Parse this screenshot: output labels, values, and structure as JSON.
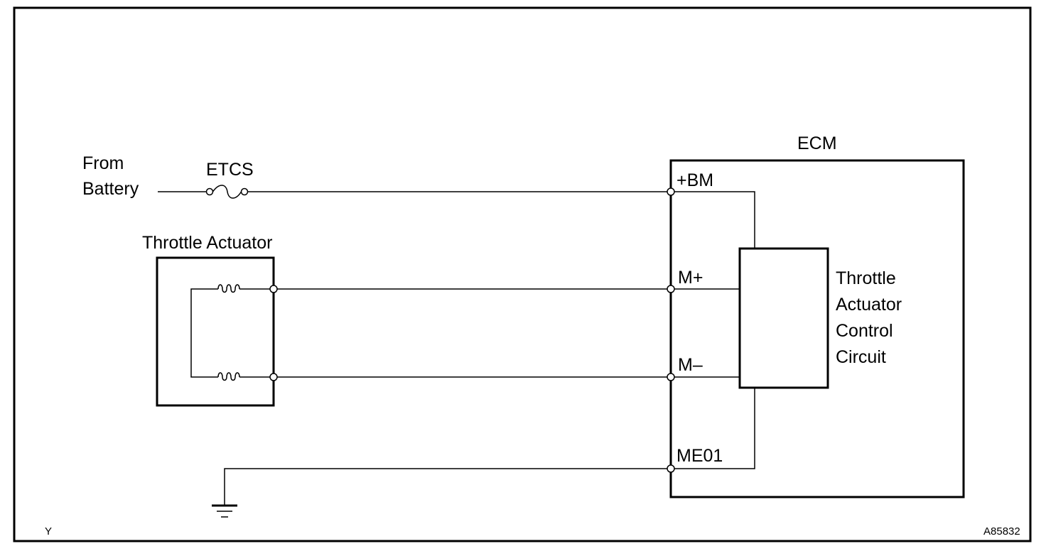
{
  "source": {
    "label_line1": "From",
    "label_line2": "Battery"
  },
  "fuse": {
    "label": "ETCS"
  },
  "actuator": {
    "title": "Throttle Actuator"
  },
  "ecm": {
    "title": "ECM",
    "terminals": {
      "bm": "+BM",
      "m_plus": "M+",
      "m_minus": "M–",
      "me01": "ME01"
    },
    "control_circuit": {
      "line1": "Throttle",
      "line2": "Actuator",
      "line3": "Control",
      "line4": "Circuit"
    }
  },
  "corner_marks": {
    "left": "Y",
    "right": "A85832"
  }
}
